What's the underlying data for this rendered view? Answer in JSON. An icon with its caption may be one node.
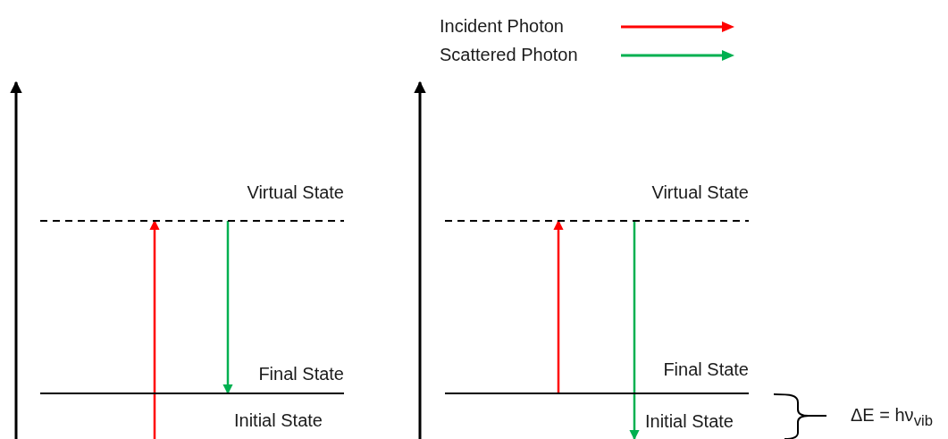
{
  "diagram": {
    "nodes": [
      {
        "text": [
          "Virtual State"
        ]
      },
      {
        "text": [
          "Final State"
        ]
      },
      {
        "text": [
          "Virtual State"
        ]
      },
      {
        "text": [
          "Final State"
        ]
      }
    ],
    "edges": [
      {
        "from": null,
        "to": 0,
        "arrow": "to",
        "color": "#ff0000"
      },
      {
        "from": 0,
        "to": 1,
        "arrow": "to",
        "color": "#00b050"
      },
      {
        "from": 3,
        "to": 2,
        "arrow": "to",
        "color": "#ff0000"
      },
      {
        "from": 2,
        "to": null,
        "arrow": "to",
        "color": "#00b050"
      }
    ],
    "labels": [
      "Initial State",
      "Initial State",
      "ΔE = hν$_{vib}$"
    ],
    "legend": [
      {
        "text": "Incident Photon",
        "color": "#ff0000"
      },
      {
        "text": "Scattered Photon",
        "color": "#00b050"
      }
    ]
  }
}
